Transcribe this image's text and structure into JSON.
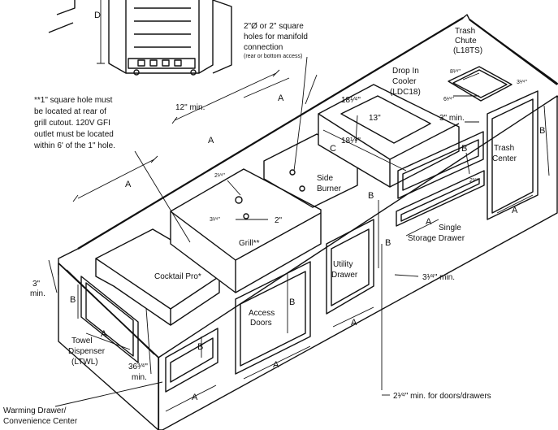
{
  "fridge": {
    "dim_d": "D"
  },
  "manifold_note": {
    "line1": "2\"Ø or 2\" square",
    "line2": "holes for manifold",
    "line3": "connection",
    "line4": "(rear or bottom access)"
  },
  "trash_chute": {
    "line1": "Trash",
    "line2": "Chute",
    "line3": "(L18TS)",
    "dim_8": "8¹⁄⁴\"",
    "dim_6": "6¹⁄⁴\"",
    "dim_3": "3¹⁄⁴\""
  },
  "drop_in_cooler": {
    "line1": "Drop In",
    "line2": "Cooler",
    "line3": "(LDC18)",
    "dim_18a": "18¹⁄⁴\"",
    "dim_13": "13\"",
    "dim_18b": "18¹⁄⁴\"",
    "dim_3min": "3\" min."
  },
  "grill_note": {
    "line1": "**1\" square hole must",
    "line2": "be located at rear of",
    "line3": "grill cutout. 120V GFI",
    "line4": "outlet must be located",
    "line5": "within 6' of the 1\" hole."
  },
  "dims": {
    "min12": "12\" min.",
    "a_top_left": "A",
    "a_top_mid": "A",
    "a_top_right": "A",
    "c": "C",
    "b_trash": "B",
    "b_side": "B",
    "b_utility": "B",
    "b_access": "B",
    "b_warming": "B",
    "b_towel": "B",
    "a_trash": "A",
    "a_single": "A",
    "a_utility": "A",
    "a_access": "A",
    "a_warming": "A",
    "a_towel": "A",
    "b_drawer": "B",
    "d2_1": "2¹⁄⁴\"",
    "d3_1": "3¹⁄⁴\"",
    "d2": "2\"",
    "d2_3": "2³⁄⁴\"",
    "d3min": "3\"",
    "d3min2": "min.",
    "d36a": "36³⁄⁴\"",
    "d36b": "min.",
    "d31": "3¹⁄⁴\" min.",
    "d21": "2¹⁄⁴\" min. for doors/drawers"
  },
  "labels": {
    "trash_center_1": "Trash",
    "trash_center_2": "Center",
    "side_burner_1": "Side",
    "side_burner_2": "Burner",
    "single_1": "Single",
    "single_2": "Storage Drawer",
    "grill": "Grill**",
    "cocktail": "Cocktail Pro*",
    "utility_1": "Utility",
    "utility_2": "Drawer",
    "access_1": "Access",
    "access_2": "Doors",
    "towel_1": "Towel",
    "towel_2": "Dispenser",
    "towel_3": "(LTWL)",
    "warming_1": "Warming Drawer/",
    "warming_2": "Convenience Center"
  }
}
